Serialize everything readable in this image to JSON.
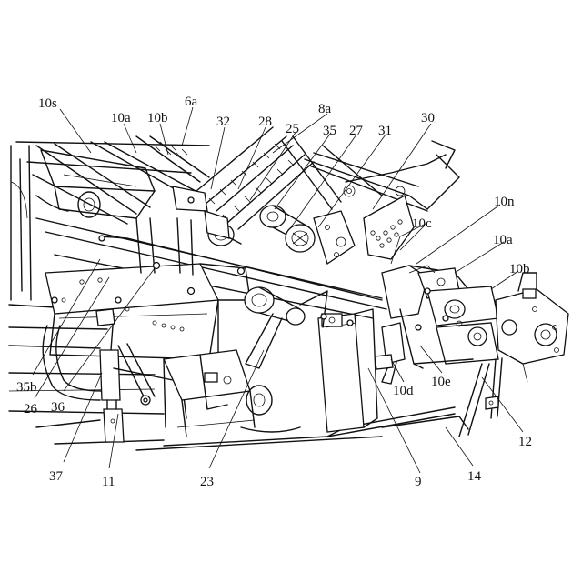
{
  "labels": [
    {
      "id": "10s",
      "text": "10s"
    },
    {
      "id": "10a_top",
      "text": "10a"
    },
    {
      "id": "10b_top",
      "text": "10b"
    },
    {
      "id": "6a",
      "text": "6a"
    },
    {
      "id": "32",
      "text": "32"
    },
    {
      "id": "28",
      "text": "28"
    },
    {
      "id": "8a",
      "text": "8a"
    },
    {
      "id": "25",
      "text": "25"
    },
    {
      "id": "35",
      "text": "35"
    },
    {
      "id": "27",
      "text": "27"
    },
    {
      "id": "31",
      "text": "31"
    },
    {
      "id": "30",
      "text": "30"
    },
    {
      "id": "10n",
      "text": "10n"
    },
    {
      "id": "10c",
      "text": "10c"
    },
    {
      "id": "10a_right",
      "text": "10a"
    },
    {
      "id": "10b_right",
      "text": "10b"
    },
    {
      "id": "35b",
      "text": "35b"
    },
    {
      "id": "26",
      "text": "26"
    },
    {
      "id": "36",
      "text": "36"
    },
    {
      "id": "10d",
      "text": "10d"
    },
    {
      "id": "10e",
      "text": "10e"
    },
    {
      "id": "12",
      "text": "12"
    },
    {
      "id": "37",
      "text": "37"
    },
    {
      "id": "11",
      "text": "11"
    },
    {
      "id": "23",
      "text": "23"
    },
    {
      "id": "9",
      "text": "9"
    },
    {
      "id": "14",
      "text": "14"
    }
  ]
}
